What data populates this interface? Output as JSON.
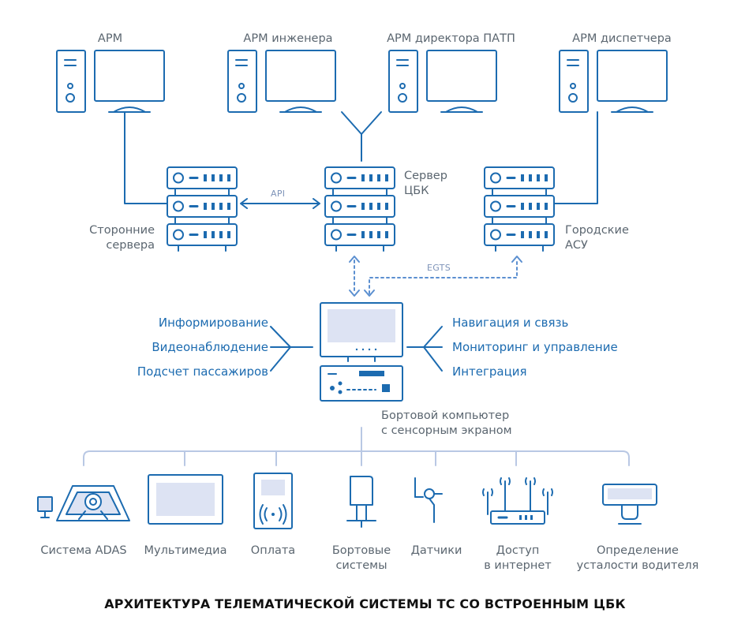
{
  "workstations": [
    {
      "label": "АРМ"
    },
    {
      "label": "АРМ инженера"
    },
    {
      "label": "АРМ директора ПАТП"
    },
    {
      "label": "АРМ диспетчера"
    }
  ],
  "servers": {
    "third_party": "Сторонние\nсервера",
    "cbk": "Сервер\nЦБК",
    "city": "Городские\nАСУ"
  },
  "links": {
    "api": "API",
    "egts": "EGTS"
  },
  "left_functions": [
    "Информирование",
    "Видеонаблюдение",
    "Подсчет пассажиров"
  ],
  "right_functions": [
    "Навигация и связь",
    "Мониторинг и управление",
    "Интеграция"
  ],
  "onboard_computer": "Бортовой компьютер\nс сенсорным экраном",
  "devices": [
    {
      "label": "Система ADAS",
      "icon": "adas-icon"
    },
    {
      "label": "Мультимедиа",
      "icon": "multimedia-icon"
    },
    {
      "label": "Оплата",
      "icon": "payment-icon"
    },
    {
      "label": "Бортовые\nсистемы",
      "icon": "onboard-systems-icon"
    },
    {
      "label": "Датчики",
      "icon": "sensors-icon"
    },
    {
      "label": "Доступ\nв интернет",
      "icon": "router-icon"
    },
    {
      "label": "Определение\nусталости водителя",
      "icon": "fatigue-camera-icon"
    }
  ],
  "title": "АРХИТЕКТУРА ТЕЛЕМАТИЧЕСКОЙ СИСТЕМЫ ТС СО ВСТРОЕННЫМ ЦБК",
  "colors": {
    "stroke": "#1c6bb0",
    "fill": "#dde3f3",
    "connector": "#b9c8e4",
    "dotted": "#5b8fd0"
  }
}
